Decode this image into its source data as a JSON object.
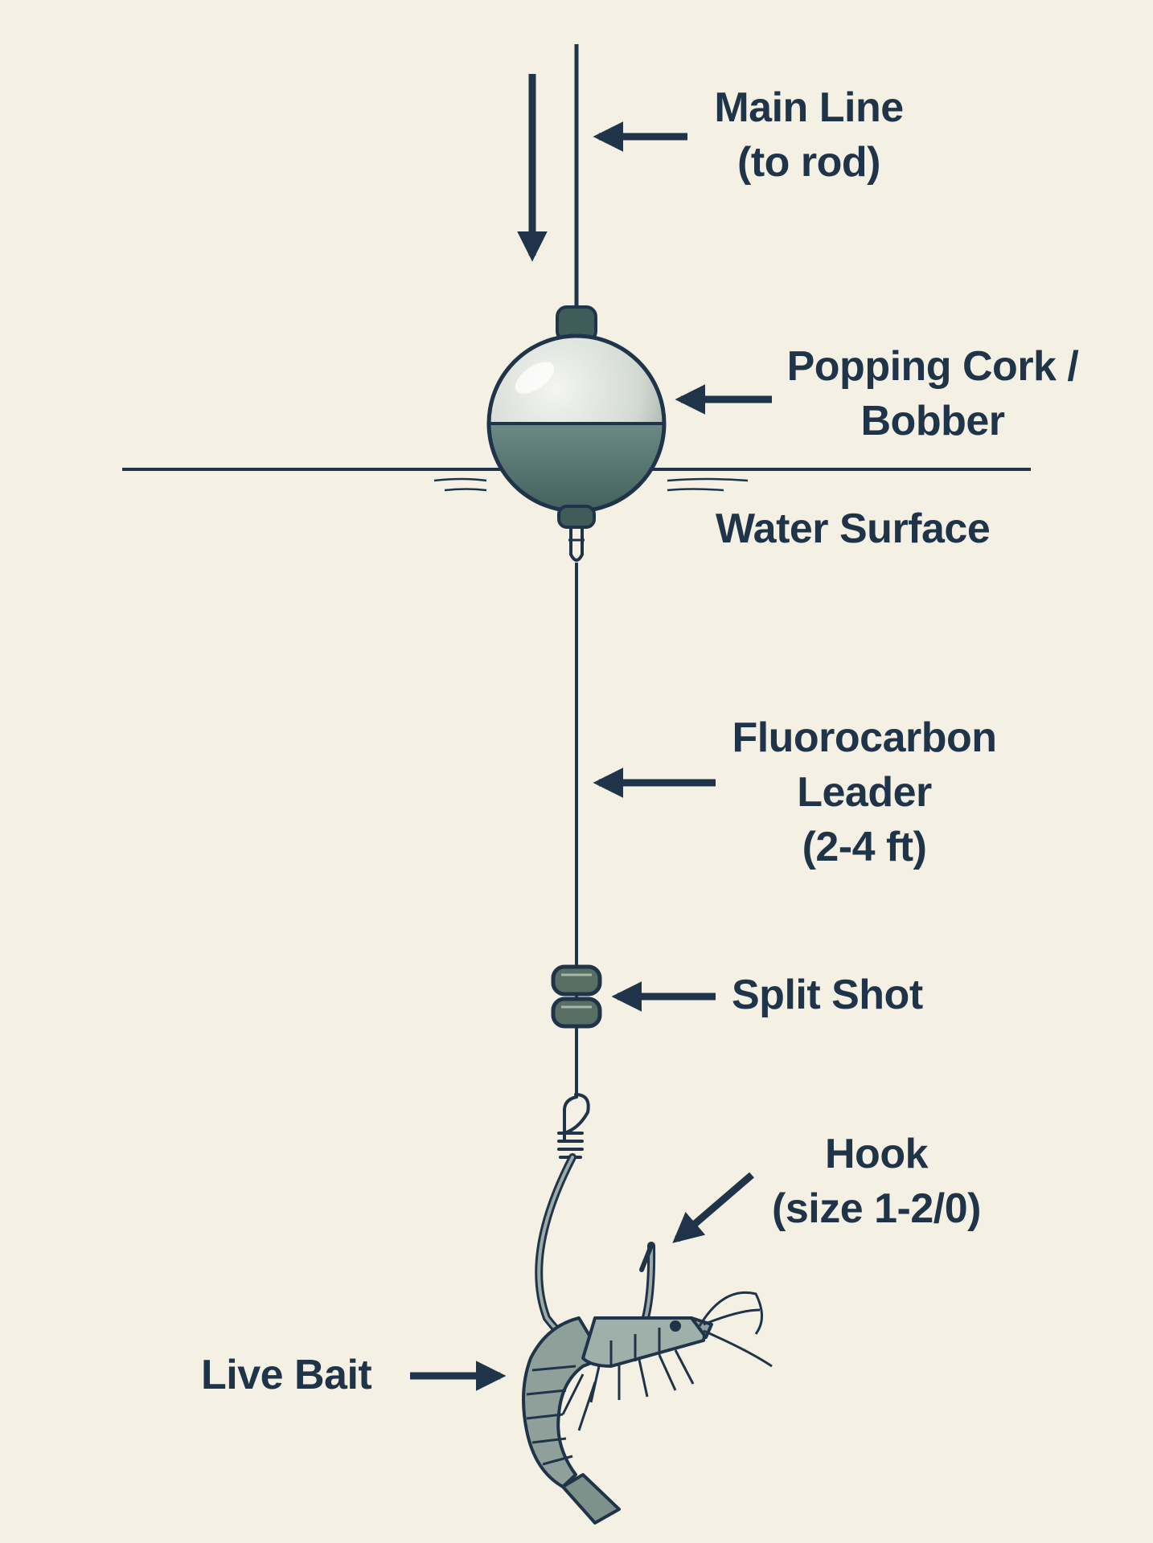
{
  "colors": {
    "background": "#f4f1e4",
    "ink": "#1f3449",
    "water_fill": "#4f6f6a",
    "bobber_top": "#e9ede7",
    "shot": "#5a6f63",
    "shrimp": "#8fa09a"
  },
  "labels": {
    "main_line": [
      "Main Line",
      "(to rod)"
    ],
    "popping_cork": [
      "Popping Cork /",
      "Bobber"
    ],
    "water_surface": "Water Surface",
    "leader": [
      "Fluorocarbon",
      "Leader",
      "(2-4 ft)"
    ],
    "split_shot": "Split Shot",
    "hook": [
      "Hook",
      "(size 1-2/0)"
    ],
    "live_bait": "Live Bait"
  }
}
